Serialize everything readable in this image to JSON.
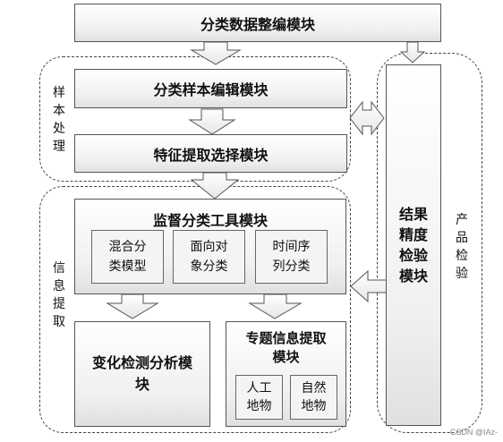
{
  "top_module": "分类数据整编模块",
  "sample_group": {
    "label": [
      "样",
      "本",
      "处",
      "理"
    ],
    "edit_module": "分类样本编辑模块",
    "feature_module": "特征提取选择模块"
  },
  "info_group": {
    "label": [
      "信",
      "息",
      "提",
      "取"
    ],
    "supervised_module": {
      "title": "监督分类工具模块",
      "sub": [
        {
          "line1": "混合分",
          "line2": "类模型"
        },
        {
          "line1": "面向对",
          "line2": "象分类"
        },
        {
          "line1": "时间序",
          "line2": "列分类"
        }
      ]
    },
    "change_module": {
      "line1": "变化检测分析模",
      "line2": "块"
    },
    "thematic_module": {
      "line1": "专题信息提取",
      "line2": "模块",
      "sub": [
        {
          "line1": "人工",
          "line2": "地物"
        },
        {
          "line1": "自然",
          "line2": "地物"
        }
      ]
    }
  },
  "product_group": {
    "label": [
      "产",
      "品",
      "检",
      "验"
    ],
    "result_module": [
      "结果",
      "精度",
      "检验",
      "模块"
    ]
  },
  "watermark": "CSDN @IAz-"
}
